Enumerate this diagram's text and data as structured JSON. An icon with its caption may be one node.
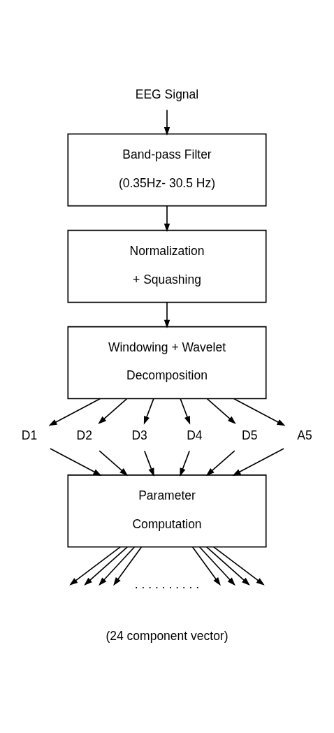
{
  "diagram": {
    "nodes": [
      {
        "text": [
          "EEG Signal"
        ]
      },
      {
        "text": [
          "Band-pass Filter (0.35Hz- 30.5 Hz)"
        ]
      },
      {
        "text": [
          "Normalization + Squashing"
        ]
      },
      {
        "text": [
          "Windowing + Wavelet Decomposition"
        ]
      },
      {
        "text": [
          "D1"
        ]
      },
      {
        "text": [
          "D2"
        ]
      },
      {
        "text": [
          "D3"
        ]
      },
      {
        "text": [
          "D4"
        ]
      },
      {
        "text": [
          "D5"
        ]
      },
      {
        "text": [
          "A5"
        ]
      },
      {
        "text": [
          "Parameter Computation"
        ]
      }
    ],
    "edges": [
      {
        "from": 0,
        "to": 1,
        "arrow": "to"
      },
      {
        "from": 1,
        "to": 2,
        "arrow": "to"
      },
      {
        "from": 2,
        "to": 3,
        "arrow": "to"
      },
      {
        "from": 3,
        "to": 4,
        "arrow": "to"
      },
      {
        "from": 3,
        "to": 5,
        "arrow": "to"
      },
      {
        "from": 3,
        "to": 6,
        "arrow": "to"
      },
      {
        "from": 3,
        "to": 7,
        "arrow": "to"
      },
      {
        "from": 3,
        "to": 8,
        "arrow": "to"
      },
      {
        "from": 3,
        "to": 9,
        "arrow": "to"
      },
      {
        "from": 4,
        "to": 10,
        "arrow": "to"
      },
      {
        "from": 5,
        "to": 10,
        "arrow": "to"
      },
      {
        "from": 6,
        "to": 10,
        "arrow": "to"
      },
      {
        "from": 7,
        "to": 10,
        "arrow": "to"
      },
      {
        "from": 8,
        "to": 10,
        "arrow": "to"
      },
      {
        "from": 9,
        "to": 10,
        "arrow": "to"
      },
      {
        "from": 10,
        "to": null,
        "arrow": "to"
      },
      {
        "from": 10,
        "to": null,
        "arrow": "to"
      },
      {
        "from": 10,
        "to": null,
        "arrow": "to"
      },
      {
        "from": 10,
        "to": null,
        "arrow": "to"
      },
      {
        "from": 10,
        "to": null,
        "arrow": "to"
      },
      {
        "from": 10,
        "to": null,
        "arrow": "to"
      },
      {
        "from": 10,
        "to": null,
        "arrow": "to"
      },
      {
        "from": 10,
        "to": null,
        "arrow": "to"
      }
    ],
    "labels": [
      ". . . . . . . . . .",
      "(24 component vector)"
    ]
  }
}
